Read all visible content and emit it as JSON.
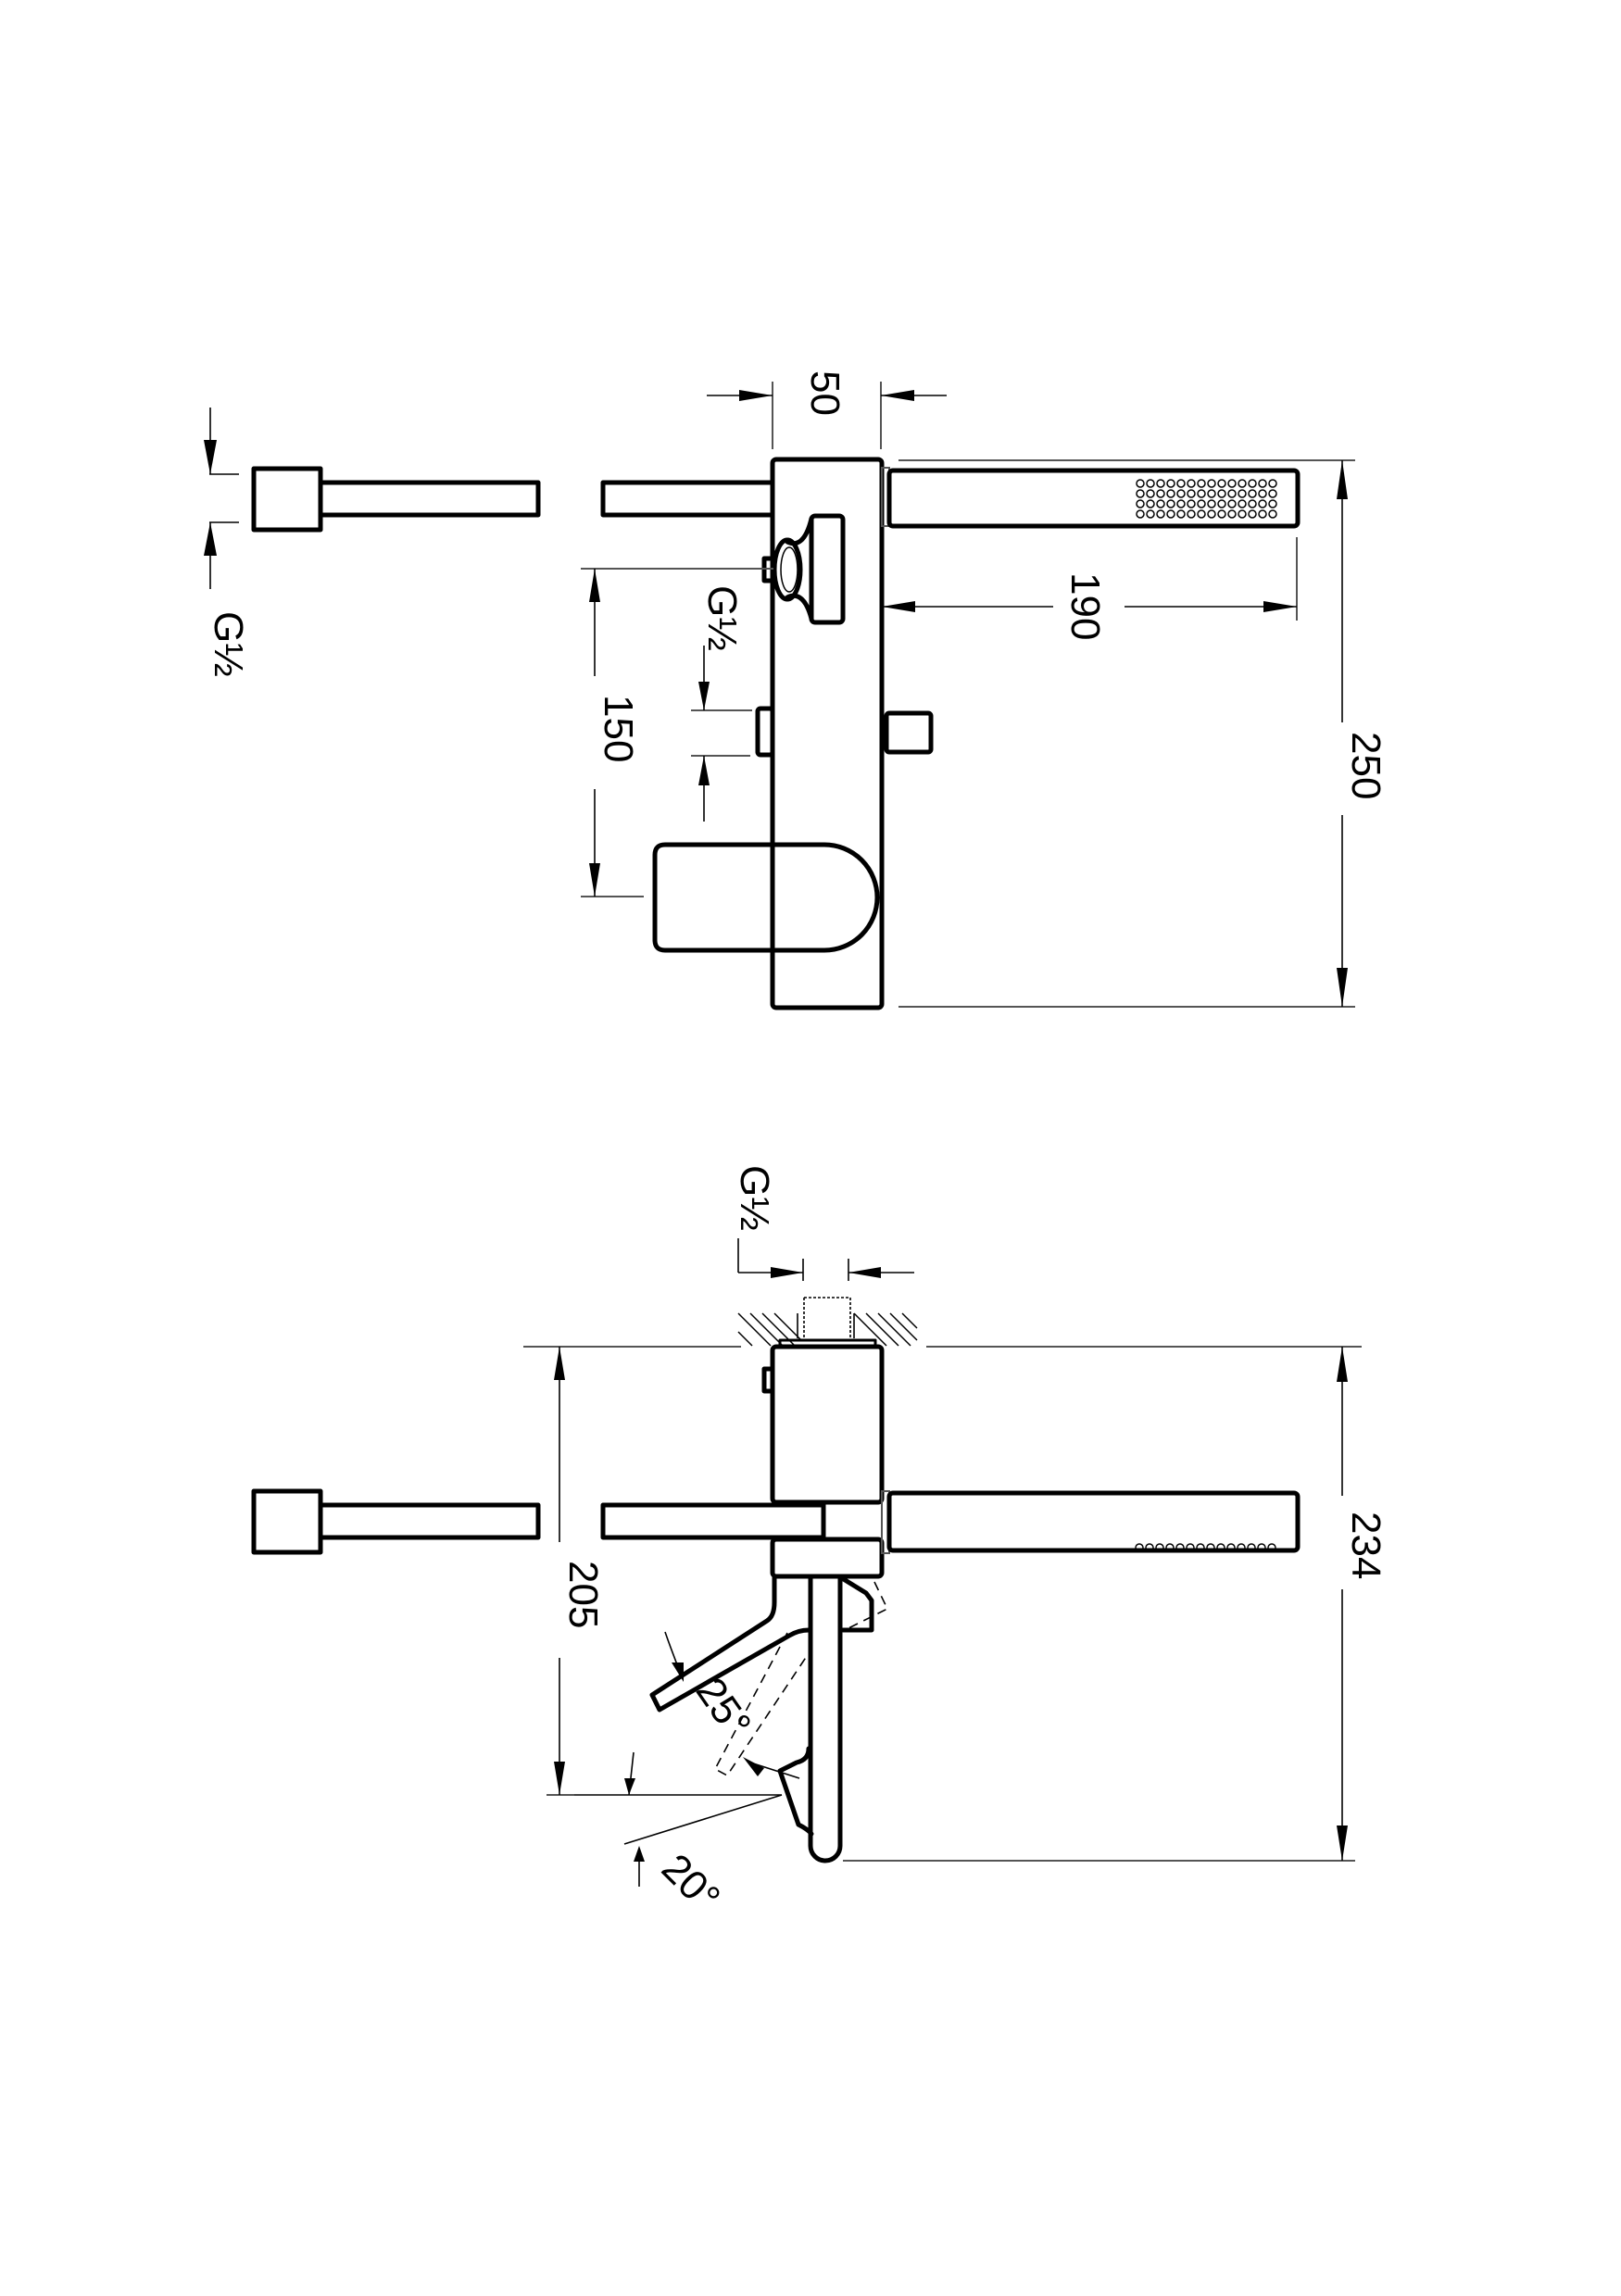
{
  "drawing": {
    "title": "Bath/shower mixer dimension drawing",
    "orientation": "rotated 90 degrees clockwise",
    "units": "mm",
    "line_color": "#000000",
    "background": "#ffffff"
  },
  "top_view": {
    "dimensions": {
      "width_body": "50",
      "handshower_length": "190",
      "overall_height": "250",
      "outlet_spacing": "150",
      "connection_left": "G½",
      "connection_inlet": "G½"
    }
  },
  "side_view": {
    "dimensions": {
      "inlet_thread": "G½",
      "overall_height": "234",
      "spout_height": "205",
      "lever_angle": "25°",
      "spout_angle": "20°"
    }
  }
}
